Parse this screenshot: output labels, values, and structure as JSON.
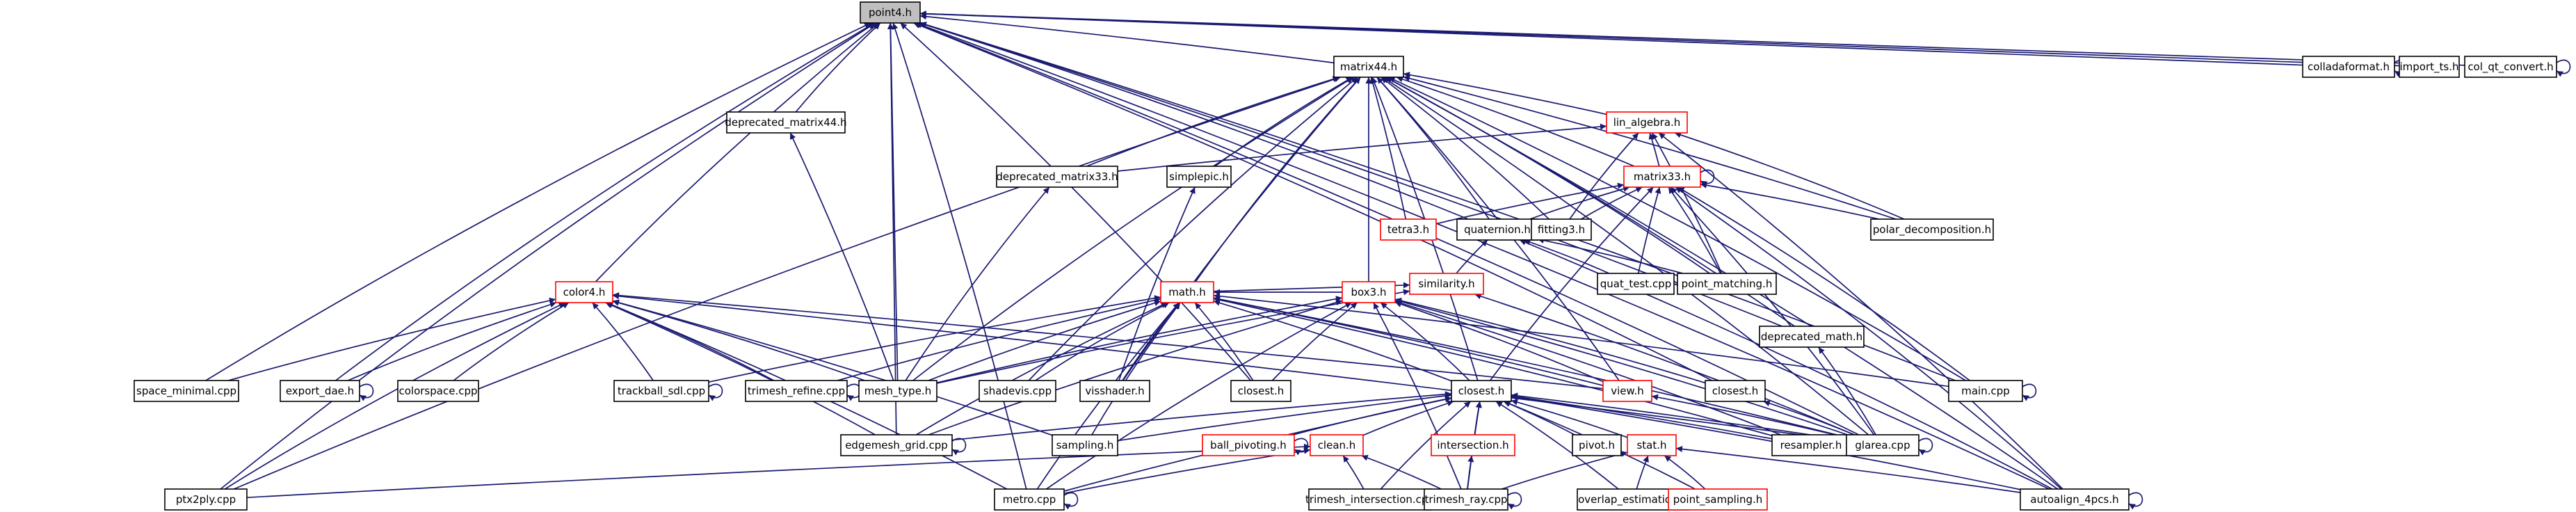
{
  "diagram": {
    "type": "include-dependency-graph",
    "colors": {
      "edge": "#191970",
      "node_border": "#000000",
      "node_border_incomplete": "#ff0000",
      "focus_fill": "#bfbfbf"
    },
    "nodes": [
      {
        "id": "point4",
        "label": "point4.h",
        "focus": true
      },
      {
        "id": "matrix44",
        "label": "matrix44.h"
      },
      {
        "id": "colladaformat",
        "label": "colladaformat.h"
      },
      {
        "id": "import_ts",
        "label": "import_ts.h"
      },
      {
        "id": "col_qt_convert",
        "label": "col_qt_convert.h"
      },
      {
        "id": "deprecated_matrix44",
        "label": "deprecated_matrix44.h"
      },
      {
        "id": "lin_algebra",
        "label": "lin_algebra.h",
        "incomplete": true
      },
      {
        "id": "deprecated_matrix33",
        "label": "deprecated_matrix33.h"
      },
      {
        "id": "simplepic",
        "label": "simplepic.h"
      },
      {
        "id": "matrix33",
        "label": "matrix33.h",
        "incomplete": true
      },
      {
        "id": "tetra3",
        "label": "tetra3.h",
        "incomplete": true
      },
      {
        "id": "quaternion",
        "label": "quaternion.h"
      },
      {
        "id": "fitting3",
        "label": "fitting3.h"
      },
      {
        "id": "polar_decomposition",
        "label": "polar_decomposition.h"
      },
      {
        "id": "quat_test",
        "label": "quat_test.cpp"
      },
      {
        "id": "point_matching",
        "label": "point_matching.h"
      },
      {
        "id": "similarity",
        "label": "similarity.h",
        "incomplete": true
      },
      {
        "id": "deprecated_math",
        "label": "deprecated_math.h"
      },
      {
        "id": "color4",
        "label": "color4.h",
        "incomplete": true
      },
      {
        "id": "math",
        "label": "math.h",
        "incomplete": true
      },
      {
        "id": "box3",
        "label": "box3.h",
        "incomplete": true
      },
      {
        "id": "space_minimal",
        "label": "space_minimal.cpp"
      },
      {
        "id": "export_dae",
        "label": "export_dae.h"
      },
      {
        "id": "colorspace",
        "label": "colorspace.cpp"
      },
      {
        "id": "trackball_sdl",
        "label": "trackball_sdl.cpp"
      },
      {
        "id": "trimesh_refine",
        "label": "trimesh_refine.cpp"
      },
      {
        "id": "mesh_type",
        "label": "mesh_type.h"
      },
      {
        "id": "shadevis",
        "label": "shadevis.cpp"
      },
      {
        "id": "visshader",
        "label": "visshader.h"
      },
      {
        "id": "closest_a",
        "label": "closest.h"
      },
      {
        "id": "closest_b",
        "label": "closest.h"
      },
      {
        "id": "view",
        "label": "view.h",
        "incomplete": true
      },
      {
        "id": "closest_c",
        "label": "closest.h"
      },
      {
        "id": "main",
        "label": "main.cpp"
      },
      {
        "id": "edgemesh_grid",
        "label": "edgemesh_grid.cpp"
      },
      {
        "id": "sampling",
        "label": "sampling.h"
      },
      {
        "id": "ball_pivoting",
        "label": "ball_pivoting.h",
        "incomplete": true
      },
      {
        "id": "clean",
        "label": "clean.h",
        "incomplete": true
      },
      {
        "id": "intersection",
        "label": "intersection.h",
        "incomplete": true
      },
      {
        "id": "pivot",
        "label": "pivot.h"
      },
      {
        "id": "stat",
        "label": "stat.h",
        "incomplete": true
      },
      {
        "id": "resampler",
        "label": "resampler.h"
      },
      {
        "id": "glarea",
        "label": "glarea.cpp"
      },
      {
        "id": "ptx2ply",
        "label": "ptx2ply.cpp"
      },
      {
        "id": "metro",
        "label": "metro.cpp"
      },
      {
        "id": "trimesh_intersection",
        "label": "trimesh_intersection.cpp"
      },
      {
        "id": "trimesh_ray",
        "label": "trimesh_ray.cpp"
      },
      {
        "id": "overlap_estimation",
        "label": "overlap_estimation.h"
      },
      {
        "id": "point_sampling",
        "label": "point_sampling.h",
        "incomplete": true
      },
      {
        "id": "autoalign_4pcs",
        "label": "autoalign_4pcs.h"
      }
    ],
    "edges": [
      [
        "matrix44",
        "point4"
      ],
      [
        "colladaformat",
        "point4"
      ],
      [
        "import_ts",
        "point4"
      ],
      [
        "col_qt_convert",
        "point4"
      ],
      [
        "deprecated_matrix44",
        "point4"
      ],
      [
        "color4",
        "point4"
      ],
      [
        "space_minimal",
        "point4"
      ],
      [
        "export_dae",
        "point4"
      ],
      [
        "mesh_type",
        "point4"
      ],
      [
        "edgemesh_grid",
        "point4"
      ],
      [
        "ptx2ply",
        "point4"
      ],
      [
        "metro",
        "point4"
      ],
      [
        "autoalign_4pcs",
        "point4"
      ],
      [
        "quaternion",
        "point4"
      ],
      [
        "main",
        "point4"
      ],
      [
        "closest_a",
        "point4"
      ],
      [
        "closest_b",
        "point4"
      ],
      [
        "deprecated_math",
        "point4"
      ],
      [
        "glarea",
        "point4"
      ],
      [
        "colladaformat",
        "colladaformat"
      ],
      [
        "col_qt_convert",
        "col_qt_convert"
      ],
      [
        "lin_algebra",
        "matrix44"
      ],
      [
        "deprecated_matrix33",
        "matrix44"
      ],
      [
        "simplepic",
        "matrix44"
      ],
      [
        "matrix33",
        "matrix44"
      ],
      [
        "tetra3",
        "matrix44"
      ],
      [
        "quaternion",
        "matrix44"
      ],
      [
        "fitting3",
        "matrix44"
      ],
      [
        "polar_decomposition",
        "matrix44"
      ],
      [
        "point_matching",
        "matrix44"
      ],
      [
        "math",
        "matrix44"
      ],
      [
        "box3",
        "matrix44"
      ],
      [
        "mesh_type",
        "matrix44"
      ],
      [
        "shadevis",
        "matrix44"
      ],
      [
        "visshader",
        "matrix44"
      ],
      [
        "view",
        "matrix44"
      ],
      [
        "main",
        "matrix44"
      ],
      [
        "glarea",
        "matrix44"
      ],
      [
        "autoalign_4pcs",
        "matrix44"
      ],
      [
        "ptx2ply",
        "matrix44"
      ],
      [
        "deprecated_math",
        "matrix44"
      ],
      [
        "closest_c",
        "matrix44"
      ],
      [
        "mesh_type",
        "deprecated_matrix44"
      ],
      [
        "mesh_type",
        "deprecated_matrix33"
      ],
      [
        "deprecated_matrix33",
        "lin_algebra"
      ],
      [
        "matrix33",
        "lin_algebra"
      ],
      [
        "fitting3",
        "lin_algebra"
      ],
      [
        "polar_decomposition",
        "lin_algebra"
      ],
      [
        "point_matching",
        "lin_algebra"
      ],
      [
        "autoalign_4pcs",
        "lin_algebra"
      ],
      [
        "visshader",
        "simplepic"
      ],
      [
        "tetra3",
        "matrix33"
      ],
      [
        "quaternion",
        "matrix33"
      ],
      [
        "fitting3",
        "matrix33"
      ],
      [
        "polar_decomposition",
        "matrix33"
      ],
      [
        "quat_test",
        "matrix33"
      ],
      [
        "point_matching",
        "matrix33"
      ],
      [
        "main",
        "matrix33"
      ],
      [
        "glarea",
        "matrix33"
      ],
      [
        "autoalign_4pcs",
        "matrix33"
      ],
      [
        "closest_c",
        "matrix33"
      ],
      [
        "matrix33",
        "matrix33"
      ],
      [
        "similarity",
        "quaternion"
      ],
      [
        "quat_test",
        "quaternion"
      ],
      [
        "point_matching",
        "quaternion"
      ],
      [
        "autoalign_4pcs",
        "quaternion"
      ],
      [
        "math",
        "similarity"
      ],
      [
        "mesh_type",
        "similarity"
      ],
      [
        "glarea",
        "similarity"
      ],
      [
        "glarea",
        "deprecated_math"
      ],
      [
        "space_minimal",
        "color4"
      ],
      [
        "export_dae",
        "color4"
      ],
      [
        "colorspace",
        "color4"
      ],
      [
        "trackball_sdl",
        "color4"
      ],
      [
        "trimesh_refine",
        "color4"
      ],
      [
        "mesh_type",
        "color4"
      ],
      [
        "edgemesh_grid",
        "color4"
      ],
      [
        "metro",
        "color4"
      ],
      [
        "ptx2ply",
        "color4"
      ],
      [
        "view",
        "color4"
      ],
      [
        "glarea",
        "color4"
      ],
      [
        "sampling",
        "color4"
      ],
      [
        "export_dae",
        "export_dae"
      ],
      [
        "trackball_sdl",
        "trackball_sdl"
      ],
      [
        "trimesh_refine",
        "trimesh_refine"
      ],
      [
        "box3",
        "math"
      ],
      [
        "trackball_sdl",
        "math"
      ],
      [
        "trimesh_refine",
        "math"
      ],
      [
        "mesh_type",
        "math"
      ],
      [
        "shadevis",
        "math"
      ],
      [
        "visshader",
        "math"
      ],
      [
        "closest_a",
        "math"
      ],
      [
        "closest_c",
        "math"
      ],
      [
        "view",
        "math"
      ],
      [
        "main",
        "math"
      ],
      [
        "edgemesh_grid",
        "math"
      ],
      [
        "metro",
        "math"
      ],
      [
        "glarea",
        "math"
      ],
      [
        "resampler",
        "math"
      ],
      [
        "sampling",
        "math"
      ],
      [
        "closest_a",
        "box3"
      ],
      [
        "closest_b",
        "box3"
      ],
      [
        "closest_c",
        "box3"
      ],
      [
        "view",
        "box3"
      ],
      [
        "edgemesh_grid",
        "box3"
      ],
      [
        "metro",
        "box3"
      ],
      [
        "trimesh_ray",
        "box3"
      ],
      [
        "glarea",
        "box3"
      ],
      [
        "resampler",
        "box3"
      ],
      [
        "mesh_type",
        "box3"
      ],
      [
        "edgemesh_grid",
        "closest_c"
      ],
      [
        "sampling",
        "closest_c"
      ],
      [
        "ball_pivoting",
        "closest_c"
      ],
      [
        "clean",
        "closest_c"
      ],
      [
        "intersection",
        "closest_c"
      ],
      [
        "pivot",
        "closest_c"
      ],
      [
        "stat",
        "closest_c"
      ],
      [
        "resampler",
        "closest_c"
      ],
      [
        "glarea",
        "closest_c"
      ],
      [
        "metro",
        "closest_c"
      ],
      [
        "trimesh_intersection",
        "closest_c"
      ],
      [
        "trimesh_ray",
        "closest_c"
      ],
      [
        "overlap_estimation",
        "closest_c"
      ],
      [
        "point_sampling",
        "closest_c"
      ],
      [
        "autoalign_4pcs",
        "closest_c"
      ],
      [
        "ball_pivoting",
        "ball_pivoting"
      ],
      [
        "trimesh_intersection",
        "trimesh_intersection"
      ],
      [
        "metro",
        "clean"
      ],
      [
        "trimesh_intersection",
        "clean"
      ],
      [
        "trimesh_ray",
        "clean"
      ],
      [
        "ptx2ply",
        "clean"
      ],
      [
        "trimesh_ray",
        "intersection"
      ],
      [
        "trimesh_ray",
        "stat"
      ],
      [
        "overlap_estimation",
        "stat"
      ],
      [
        "point_sampling",
        "stat"
      ],
      [
        "autoalign_4pcs",
        "stat"
      ],
      [
        "overlap_estimation",
        "overlap_estimation"
      ],
      [
        "main",
        "main"
      ],
      [
        "edgemesh_grid",
        "edgemesh_grid"
      ],
      [
        "glarea",
        "glarea"
      ],
      [
        "metro",
        "metro"
      ],
      [
        "trimesh_ray",
        "trimesh_ray"
      ],
      [
        "autoalign_4pcs",
        "autoalign_4pcs"
      ],
      [
        "glarea",
        "closest_b"
      ],
      [
        "glarea",
        "view"
      ]
    ]
  }
}
